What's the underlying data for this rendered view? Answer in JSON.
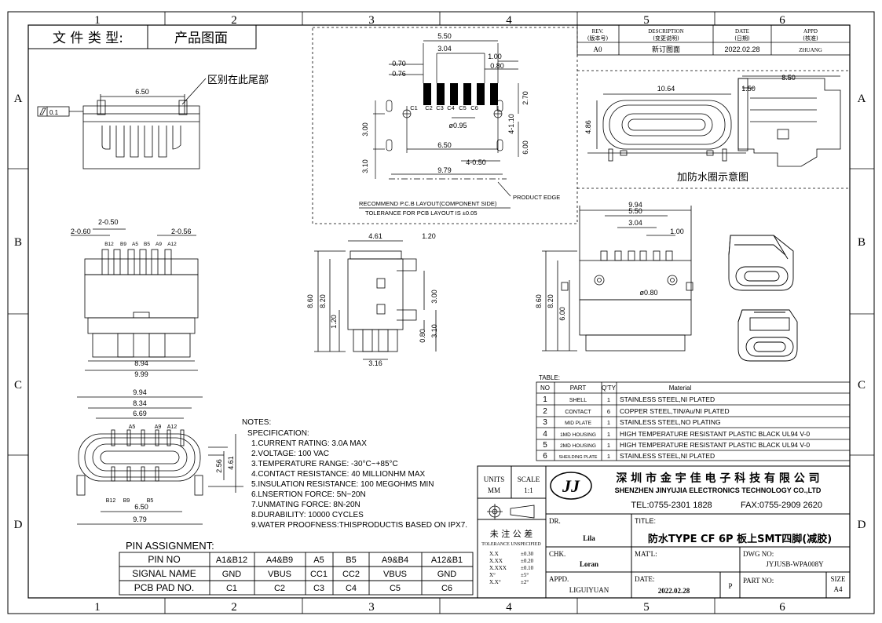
{
  "doc_type": {
    "label": "文 件 类 型:",
    "value": "产品图面"
  },
  "border": {
    "top_cols": [
      "1",
      "2",
      "3",
      "4",
      "5",
      "6"
    ],
    "bottom_cols": [
      "1",
      "2",
      "3",
      "4",
      "5",
      "6"
    ],
    "left_rows": [
      "A",
      "B",
      "C",
      "D"
    ],
    "right_rows": [
      "A",
      "B",
      "C",
      "D"
    ]
  },
  "revision": {
    "headers": [
      {
        "en": "REV.",
        "cn": "(版本号)"
      },
      {
        "en": "DESCRIPTION",
        "cn": "(变更说明)"
      },
      {
        "en": "DATE",
        "cn": "(日期)"
      },
      {
        "en": "APPD",
        "cn": "(核准)"
      }
    ],
    "row": {
      "rev": "A0",
      "desc": "新订图面",
      "date": "2022.02.28",
      "appd": "ZHUANG"
    }
  },
  "pcb_layout": {
    "dims": {
      "d550": "5.50",
      "d304": "3.04",
      "d100": "1.00",
      "d080": "0.80",
      "d070": "0.70",
      "d076": "0.76",
      "d270": "2.70",
      "d300": "3.00",
      "d110": "4-1.10",
      "d650": "6.50",
      "d600": "6.00",
      "d310": "3.10",
      "d050": "4-0.50",
      "d979": "9.79",
      "d095": "ø0.95"
    },
    "pins": [
      "C1",
      "C2",
      "C3",
      "C4",
      "C5",
      "C6"
    ],
    "product_edge": "PRODUCT EDGE",
    "recommend": "RECOMMEND P.C.B LAYOUT(COMPONENT SIDE)",
    "tolerance": "TOLERANCE FOR PCB LAYOUT IS ±0.05"
  },
  "top_view": {
    "d650": "6.50",
    "flatness": "0.1",
    "note": "区别在此尾部"
  },
  "side_view": {
    "d1064": "10.64",
    "d486": "4.86",
    "d850": "8.50",
    "d150": "1.50",
    "caption": "加防水圈示意图"
  },
  "front_view": {
    "d050": "2-0.50",
    "d060": "2-0.60",
    "d056": "2-0.56",
    "pins": [
      "B12",
      "B9",
      "A5",
      "B5",
      "A9",
      "A12"
    ],
    "d894": "8.94",
    "d999": "9.99"
  },
  "mid_view": {
    "d461": "4.61",
    "d120": "1.20",
    "d860": "8.60",
    "d820": "8.20",
    "d120b": "1.20",
    "d300": "3.00",
    "d080": "0.80",
    "d310": "3.10",
    "d316": "3.16"
  },
  "right_view": {
    "d994": "9.94",
    "d550": "5.50",
    "d304": "3.04",
    "d100": "1.00",
    "d860": "8.60",
    "d820": "8.20",
    "d600": "6.00",
    "d080": "ø0.80"
  },
  "bottom_view": {
    "d994": "9.94",
    "d834": "8.34",
    "d669": "6.69",
    "d256": "2.56",
    "d461": "4.61",
    "d650": "6.50",
    "d979": "9.79",
    "top_pins": [
      "A5",
      "A9",
      "A12"
    ],
    "bot_pins": [
      "B12",
      "B9",
      "B5"
    ]
  },
  "notes": {
    "title": "NOTES:",
    "spec": "SPECIFICATION:",
    "items": [
      "1.CURRENT RATING: 3.0A MAX",
      "2.VOLTAGE: 100 VAC",
      "3.TEMPERATURE RANGE: -30°C~+85°C",
      "4.CONTACT RESISTANCE: 40 MILLIONHM MAX",
      "5.INSULATION RESISTANCE: 100 MEGOHMS MIN",
      "6.LNSERTION FORCE: 5N~20N",
      "7.UNMATING FORCE: 8N-20N",
      "8.DURABILITY: 10000 CYCLES",
      "9.WATER PROOFNESS:THISPRODUCTIS BASED ON IPX7."
    ]
  },
  "pin_assignment": {
    "title": "PIN ASSIGNMENT:",
    "rows": [
      [
        "PIN NO",
        "A1&B12",
        "A4&B9",
        "A5",
        "B5",
        "A9&B4",
        "A12&B1"
      ],
      [
        "SIGNAL NAME",
        "GND",
        "VBUS",
        "CC1",
        "CC2",
        "VBUS",
        "GND"
      ],
      [
        "PCB PAD NO.",
        "C1",
        "C2",
        "C3",
        "C4",
        "C5",
        "C6"
      ]
    ]
  },
  "parts_table": {
    "label": "TABLE:",
    "headers": [
      "NO",
      "PART",
      "Q'TY",
      "Material"
    ],
    "rows": [
      [
        "1",
        "SHELL",
        "1",
        "STAINLESS STEEL,NI PLATED"
      ],
      [
        "2",
        "CONTACT",
        "6",
        "COPPER STEEL,TIN/Au/NI PLATED"
      ],
      [
        "3",
        "MID PLATE",
        "1",
        "STAINLESS STEEL,NO PLATING"
      ],
      [
        "4",
        "1MD HOUSING",
        "1",
        "HIGH TEMPERATURE RESISTANT PLASTIC BLACK UL94 V-0"
      ],
      [
        "5",
        "2MD HOUSING",
        "1",
        "HIGH TEMPERATURE RESISTANT PLASTIC BLACK UL94 V-0"
      ],
      [
        "6",
        "SHEILDING PLATE",
        "1",
        "STAINLESS STEEL,NI PLATED"
      ]
    ]
  },
  "title_block": {
    "units_label": "UNITS",
    "units_val": "MM",
    "scale_label": "SCALE",
    "scale_val": "1:1",
    "company_cn": "深 圳 市 金 宇 佳 电 子 科 技 有 限 公 司",
    "company_en": "SHENZHEN JINYUJIA ELECTRONICS TECHNOLOGY CO.,LTD",
    "tel": "TEL:0755-2301 1828",
    "fax": "FAX:0755-2909 2620",
    "logo": "JJ",
    "tol_cn": "未 注 公 差",
    "tol_en": "TOLERANCE UNSPECIFIED",
    "tol_rows": [
      [
        "X.X",
        "±0.30"
      ],
      [
        "X.XX",
        "±0.20"
      ],
      [
        "X.XXX",
        "±0.10"
      ],
      [
        "X°",
        "±5°"
      ],
      [
        "X.X°",
        "±2°"
      ]
    ],
    "dr_label": "DR.",
    "dr_val": "Lila",
    "chk_label": "CHK.",
    "chk_val": "Loran",
    "appd_label": "APPD.",
    "appd_val": "LIGUIYUAN",
    "title_label": "TITLE:",
    "title_val": "防水TYPE CF 6P 板上SMT四脚(减胶)",
    "matl_label": "MAT'L:",
    "dwg_label": "DWG NO:",
    "dwg_val": "JYJUSB-WPA008Y",
    "date_label": "DATE:",
    "date_val": "2022.02.28",
    "p": "P",
    "partno_label": "PART NO:",
    "size_label": "SIZE",
    "size_val": "A4"
  }
}
